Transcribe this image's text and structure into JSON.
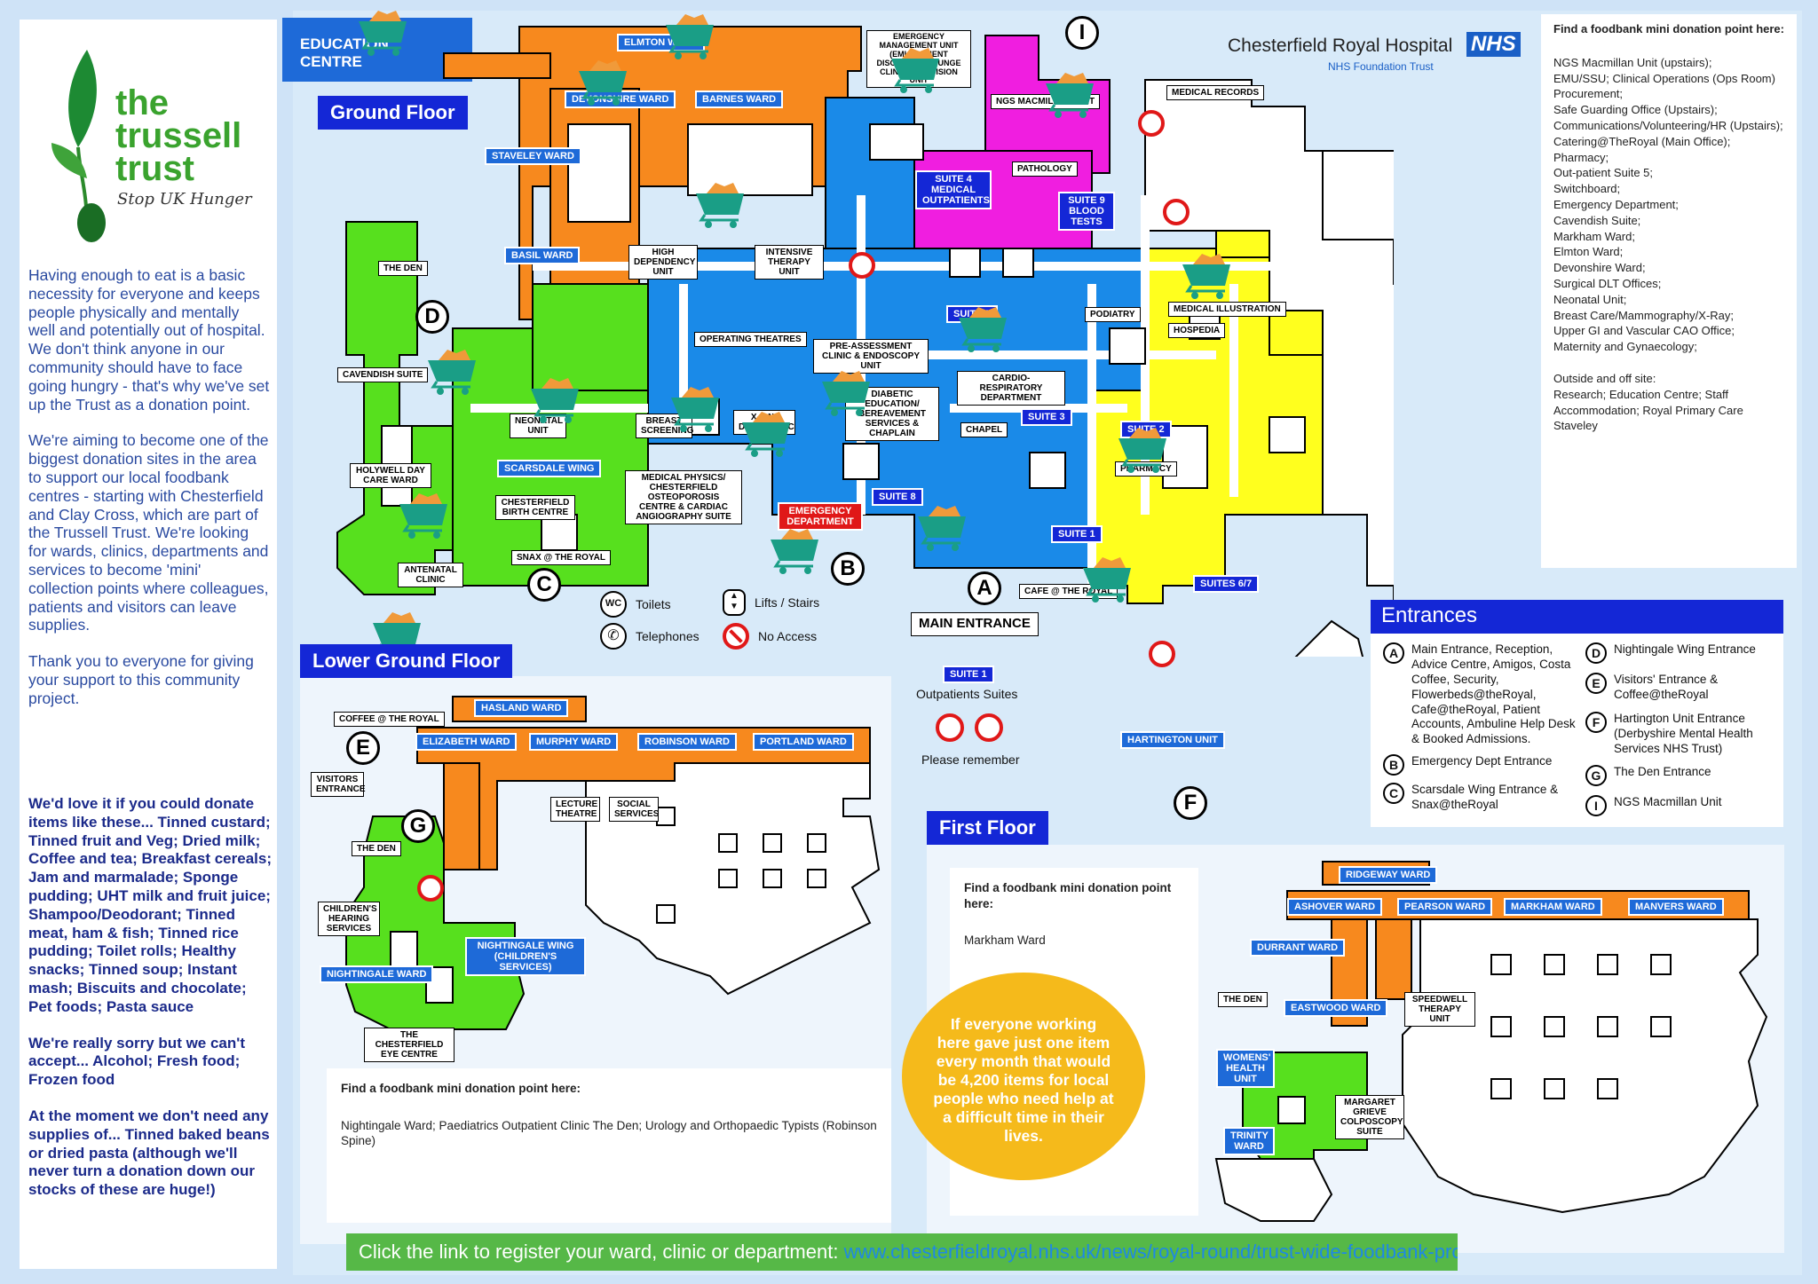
{
  "logo": {
    "line1": "the",
    "line2": "trussell",
    "line3": "trust",
    "tagline": "Stop UK Hunger"
  },
  "intro": [
    "Having enough to eat is a basic necessity for everyone and keeps people physically and mentally well and potentially out of hospital. We don't think anyone in our community should have to face going hungry - that's why we've set up the Trust as a donation point.",
    "We're aiming to become one of the biggest donation sites in the area to support our local foodbank centres - starting with Chesterfield and Clay Cross, which are part of the Trussell Trust. We're looking for wards, clinics, departments and services to become 'mini' collection points where colleagues, patients and visitors can leave supplies.",
    "Thank you to everyone for giving your support to this community project."
  ],
  "donate": [
    "We'd love it if you could donate items like these... Tinned custard; Tinned fruit and Veg; Dried milk; Coffee and tea; Breakfast cereals; Jam and marmalade; Sponge pudding; UHT milk and fruit juice; Shampoo/Deodorant; Tinned meat, ham & fish; Tinned rice pudding; Toilet rolls; Healthy snacks; Tinned soup; Instant mash; Biscuits and chocolate; Pet foods; Pasta sauce",
    "We're really sorry but we can't accept... Alcohol; Fresh food; Frozen food",
    "At the moment we don't need any supplies of... Tinned baked beans or dried pasta (although we'll never turn a donation down our stocks of these are huge!)"
  ],
  "header": {
    "hospital": "Chesterfield Royal Hospital",
    "nhs": "NHS",
    "trust": "NHS Foundation Trust",
    "education": "EDUCATION CENTRE"
  },
  "floors": {
    "ground": "Ground Floor",
    "lower": "Lower Ground Floor",
    "first": "First Floor"
  },
  "ground_labels": {
    "elmton": "ELMTON WARD",
    "devonshire": "DEVONSHIRE WARD",
    "barnes": "BARNES WARD",
    "staveley": "STAVELEY WARD",
    "basil": "BASIL WARD",
    "emu": "EMERGENCY MANAGEMENT UNIT (EMU) PATIENT DISCHARGE LOUNGE CLINICAL DECISION UNIT",
    "ngs": "NGS MACMILLAN UNIT",
    "medical_records": "MEDICAL RECORDS",
    "pathology": "PATHOLOGY",
    "suite4": "SUITE 4 MEDICAL OUTPATIENTS",
    "suite9": "SUITE 9 BLOOD TESTS",
    "hdu": "HIGH DEPENDENCY UNIT",
    "itu": "INTENSIVE THERAPY UNIT",
    "the_den": "THE DEN",
    "cavendish": "CAVENDISH SUITE",
    "operating": "OPERATING THEATRES",
    "preassess": "PRE-ASSESSMENT CLINIC & ENDOSCOPY UNIT",
    "suite7": "SUITE 7",
    "podiatry": "PODIATRY",
    "med_illustration": "MEDICAL ILLUSTRATION",
    "hospedia": "HOSPEDIA",
    "cardio": "CARDIO-RESPIRATORY DEPARTMENT",
    "neonatal": "NEONATAL UNIT",
    "breast": "BREAST SCREENING",
    "xray": "X-RAY DIAGNOSTIC",
    "diabetic": "DIABETIC EDUCATION/ BEREAVEMENT SERVICES & CHAPLAIN",
    "chapel": "CHAPEL",
    "suite3": "SUITE 3",
    "suite2": "SUITE 2",
    "pharmacy": "PHARMACY",
    "holywell": "HOLYWELL DAY CARE WARD",
    "scarsdale": "SCARSDALE WING",
    "birth": "CHESTERFIELD BIRTH CENTRE",
    "medphys": "MEDICAL PHYSICS/ CHESTERFIELD OSTEOPOROSIS CENTRE & CARDIAC ANGIOGRAPHY SUITE",
    "emergency": "EMERGENCY DEPARTMENT",
    "suite8": "SUITE 8",
    "suite1": "SUITE 1",
    "antenatal": "ANTENATAL CLINIC",
    "snax": "SNAX @ THE ROYAL",
    "cafe": "CAFE @ THE ROYAL",
    "suites67": "SUITES 6/7",
    "main_entrance": "MAIN ENTRANCE",
    "hartington": "HARTINGTON UNIT"
  },
  "legend": {
    "toilets": "Toilets",
    "telephones": "Telephones",
    "lifts": "Lifts / Stairs",
    "no_access": "No Access",
    "wc": "WC"
  },
  "outpatients": {
    "badge": "SUITE 1",
    "text": "Outpatients Suites",
    "remember": "Please remember"
  },
  "lower_labels": {
    "coffee": "COFFEE @ THE ROYAL",
    "hasland": "HASLAND WARD",
    "elizabeth": "ELIZABETH WARD",
    "murphy": "MURPHY WARD",
    "robinson": "ROBINSON WARD",
    "portland": "PORTLAND WARD",
    "visitors": "VISITORS ENTRANCE",
    "lecture": "LECTURE THEATRE",
    "social": "SOCIAL SERVICES",
    "the_den": "THE DEN",
    "childrens": "CHILDREN'S HEARING SERVICES",
    "nightingale_wing": "NIGHTINGALE WING (CHILDREN'S SERVICES)",
    "nightingale": "NIGHTINGALE WARD",
    "eye": "THE CHESTERFIELD EYE CENTRE"
  },
  "lower_find": {
    "heading": "Find a foodbank mini donation point here:",
    "text": "Nightingale Ward; Paediatrics Outpatient Clinic The Den; Urology and Orthopaedic Typists (Robinson Spine)"
  },
  "first_find": {
    "heading": "Find a foodbank mini donation point here:",
    "text": "Markham Ward"
  },
  "first_labels": {
    "ridgeway": "RIDGEWAY WARD",
    "ashover": "ASHOVER WARD",
    "pearson": "PEARSON WARD",
    "markham": "MARKHAM WARD",
    "manvers": "MANVERS WARD",
    "durrant": "DURRANT WARD",
    "the_den": "THE DEN",
    "eastwood": "EASTWOOD WARD",
    "speedwell": "SPEEDWELL THERAPY UNIT",
    "womens": "WOMENS' HEALTH UNIT",
    "trinity": "TRINITY WARD",
    "margaret": "MARGARET GRIEVE COLPOSCOPY SUITE"
  },
  "ground_find": {
    "heading": "Find a foodbank mini donation point here:",
    "items": [
      "NGS Macmillan Unit (upstairs);",
      "EMU/SSU; Clinical Operations (Ops Room)",
      "Procurement;",
      "Safe Guarding Office (Upstairs);",
      "Communications/Volunteering/HR (Upstairs);",
      "Catering@TheRoyal (Main Office);",
      "Pharmacy;",
      "Out-patient Suite 5;",
      "Switchboard;",
      "Emergency Department;",
      "Cavendish Suite;",
      "Markham Ward;",
      "Elmton Ward;",
      "Devonshire Ward;",
      "Surgical DLT Offices;",
      "Neonatal Unit;",
      "Breast Care/Mammography/X-Ray;",
      "Upper GI and Vascular CAO Office;",
      "Maternity and Gynaecology;"
    ],
    "offsite_heading": "Outside and off site:",
    "offsite": "Research; Education Centre; Staff Accommodation; Royal Primary Care Staveley"
  },
  "entrances": {
    "title": "Entrances",
    "items": [
      {
        "letter": "A",
        "text": "Main Entrance, Reception, Advice Centre, Amigos, Costa Coffee, Security, Flowerbeds@theRoyal, Cafe@theRoyal, Patient Accounts, Ambuline Help Desk & Booked Admissions."
      },
      {
        "letter": "B",
        "text": "Emergency Dept Entrance"
      },
      {
        "letter": "C",
        "text": "Scarsdale Wing Entrance & Snax@theRoyal"
      },
      {
        "letter": "D",
        "text": "Nightingale Wing Entrance"
      },
      {
        "letter": "E",
        "text": "Visitors' Entrance & Coffee@theRoyal"
      },
      {
        "letter": "F",
        "text": "Hartington Unit Entrance (Derbyshire Mental Health Services NHS Trust)"
      },
      {
        "letter": "G",
        "text": "The Den Entrance"
      },
      {
        "letter": "I",
        "text": "NGS Macmillan Unit"
      }
    ]
  },
  "callout": "If everyone working here gave just one item every month that would be 4,200 items for local people who need help at a difficult time in their lives.",
  "link": {
    "label": "Click the link to register your ward, clinic or department:",
    "url": "www.chesterfieldroyal.nhs.uk/news/royal-round/trust-wide-foodbank-project"
  },
  "colors": {
    "orange": "#f7891e",
    "blue": "#1a8ae8",
    "yellow": "#ffff1e",
    "green": "#57e01e",
    "magenta": "#f01ee0",
    "navy": "#1427d6",
    "basket": "#1a9e86"
  }
}
